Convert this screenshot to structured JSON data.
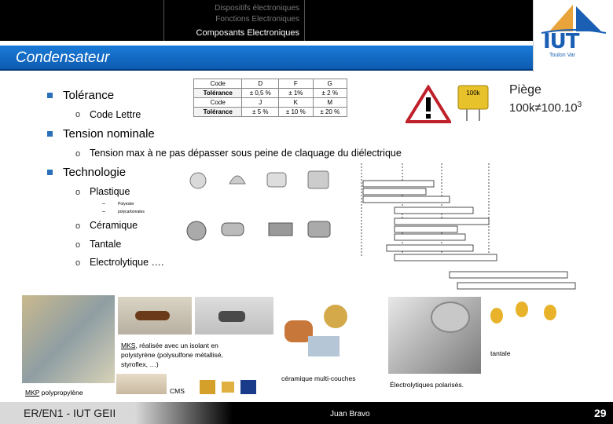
{
  "header": {
    "line1": "Dispositifs électroniques",
    "line2": "Fonctions Electroniques",
    "line3": "Composants Electroniques",
    "logo_text": "IUT",
    "logo_sub": "Toulon Var"
  },
  "title": "Condensateur",
  "bullets": {
    "tolerance": "Tolérance",
    "code_lettre": "Code Lettre",
    "tension": "Tension nominale",
    "tension_max": "Tension max à ne pas dépasser sous peine de claquage du diélectrique",
    "technologie": "Technologie",
    "plastique": "Plastique",
    "polyester": "Polyester",
    "polycarbonates": "polycarbonates",
    "ceramique": "Céramique",
    "tantale": "Tantale",
    "electrolytique": "Electrolytique …."
  },
  "tol_table": {
    "rows": [
      [
        "Code",
        "D",
        "F",
        "G"
      ],
      [
        "Tolérance",
        "± 0,5 %",
        "± 1%",
        "± 2 %"
      ],
      [
        "Code",
        "J",
        "K",
        "M"
      ],
      [
        "Tolérance",
        "± 5 %",
        "± 10 %",
        "± 20 %"
      ]
    ]
  },
  "piege": {
    "label": "Piège",
    "value": "100k≠100.10",
    "exp": "3",
    "cap_label": "100k"
  },
  "captions": {
    "mks_1": "MKS",
    "mks_2": ", réalisée avec un isolant en",
    "mks_3": "polystyrène (polysulfone métallisé,",
    "mks_4": "styroflex, …)",
    "tantale": "tantale",
    "ceramique": "céramique multi-couches",
    "electro": "Électrolytiques polarisés.",
    "mkp_1": "MKP",
    "mkp_2": " polypropylène",
    "cms": "CMS"
  },
  "footer": {
    "left": "ER/EN1 - IUT GEII",
    "center": "Juan Bravo",
    "page": "29"
  },
  "colors": {
    "title_bar": "#1a7bd8",
    "bullet": "#2970b8",
    "logo": "#1a5fb4"
  }
}
